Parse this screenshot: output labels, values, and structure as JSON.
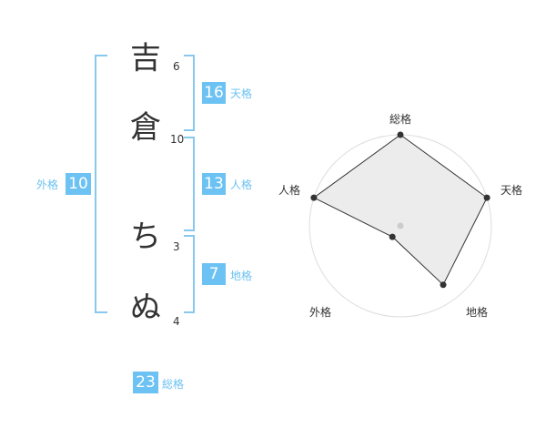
{
  "name": {
    "chars": [
      {
        "char": "吉",
        "strokes": "6"
      },
      {
        "char": "倉",
        "strokes": "10"
      },
      {
        "char": "ち",
        "strokes": "3"
      },
      {
        "char": "ぬ",
        "strokes": "4"
      }
    ]
  },
  "fortune": {
    "tenkaku": {
      "value": "16",
      "label": "天格"
    },
    "jinkaku": {
      "value": "13",
      "label": "人格"
    },
    "chikaku": {
      "value": "7",
      "label": "地格"
    },
    "gaikaku": {
      "value": "10",
      "label": "外格"
    },
    "soukaku": {
      "value": "23",
      "label": "総格"
    }
  },
  "radar": {
    "axes": [
      "総格",
      "天格",
      "地格",
      "外格",
      "人格"
    ],
    "values": [
      1.0,
      1.0,
      0.8,
      0.15,
      1.0
    ],
    "max": 1.0
  },
  "colors": {
    "accent": "#6cc2f2",
    "bracket": "#88c8ee",
    "text": "#333333",
    "radar_fill": "#f0f0f0",
    "radar_ring": "#dddddd",
    "radar_line": "#333333"
  }
}
